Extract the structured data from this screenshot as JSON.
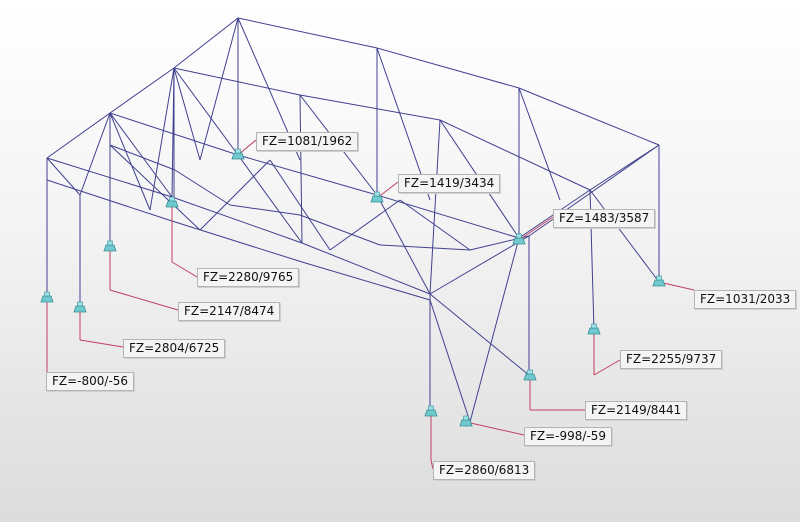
{
  "diagram": {
    "frame_color": "#404090",
    "support_color": "#6fc9cf",
    "leader_color": "#c04060",
    "supports": [
      {
        "id": "s1",
        "label": "FZ=1081/1962"
      },
      {
        "id": "s2",
        "label": "FZ=1419/3434"
      },
      {
        "id": "s3",
        "label": "FZ=1483/3587"
      },
      {
        "id": "s4",
        "label": "FZ=2280/9765"
      },
      {
        "id": "s5",
        "label": "FZ=1031/2033"
      },
      {
        "id": "s6",
        "label": "FZ=2147/8474"
      },
      {
        "id": "s7",
        "label": "FZ=2804/6725"
      },
      {
        "id": "s8",
        "label": "FZ=2255/9737"
      },
      {
        "id": "s9",
        "label": "FZ=-800/-56"
      },
      {
        "id": "s10",
        "label": "FZ=2149/8441"
      },
      {
        "id": "s11",
        "label": "FZ=-998/-59"
      },
      {
        "id": "s12",
        "label": "FZ=2860/6813"
      }
    ]
  }
}
